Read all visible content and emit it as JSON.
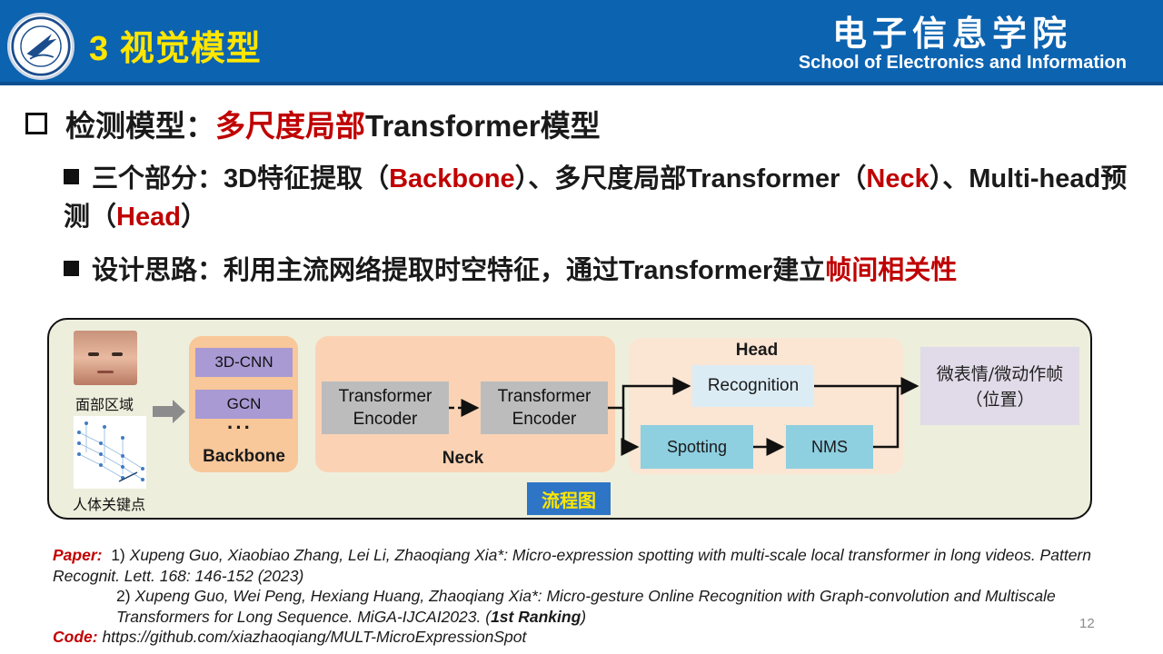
{
  "header": {
    "title": "3 视觉模型",
    "school_cn": "电子信息学院",
    "school_en": "School of Electronics and Information"
  },
  "heading": {
    "prefix": "检测模型：",
    "highlight": "多尺度局部",
    "suffix": "Transformer模型"
  },
  "point1": {
    "p1": "三个部分：3D特征提取（",
    "backbone": "Backbone",
    "p2": "）、多尺度局部Transformer（",
    "neck": "Neck",
    "p3": "）、Multi-head预测（",
    "head": "Head",
    "p4": "）"
  },
  "point2": {
    "p1": "设计思路：利用主流网络提取时空特征，通过Transformer建立",
    "highlight": "帧间相关性"
  },
  "diagram": {
    "face_label": "面部区域",
    "skeleton_label": "人体关键点",
    "cnn": "3D-CNN",
    "gcn": "GCN",
    "dots": "···",
    "backbone_label": "Backbone",
    "encoder1": "Transformer Encoder",
    "encoder2": "Transformer Encoder",
    "neck_label": "Neck",
    "head_label": "Head",
    "recognition": "Recognition",
    "spotting": "Spotting",
    "nms": "NMS",
    "output": "微表情/微动作帧（位置）",
    "flow_label": "流程图"
  },
  "refs": {
    "paper_tag": "Paper:",
    "ref1_num": "1)",
    "ref1": "Xupeng Guo, Xiaobiao Zhang, Lei Li, Zhaoqiang Xia*: Micro-expression spotting with multi-scale local transformer in long videos. Pattern Recognit. Lett. 168: 146-152 (2023)",
    "ref2_num": "2)",
    "ref2": "Xupeng Guo, Wei Peng, Hexiang Huang, Zhaoqiang Xia*: Micro-gesture Online Recognition with Graph-convolution and Multiscale Transformers for Long Sequence. MiGA-IJCAI2023. (",
    "ref2_rank": "1st Ranking",
    "ref2_end": ")",
    "code_tag": "Code:",
    "code_url": "https://github.com/xiazhaoqiang/MULT-MicroExpressionSpot"
  },
  "page_number": "12"
}
